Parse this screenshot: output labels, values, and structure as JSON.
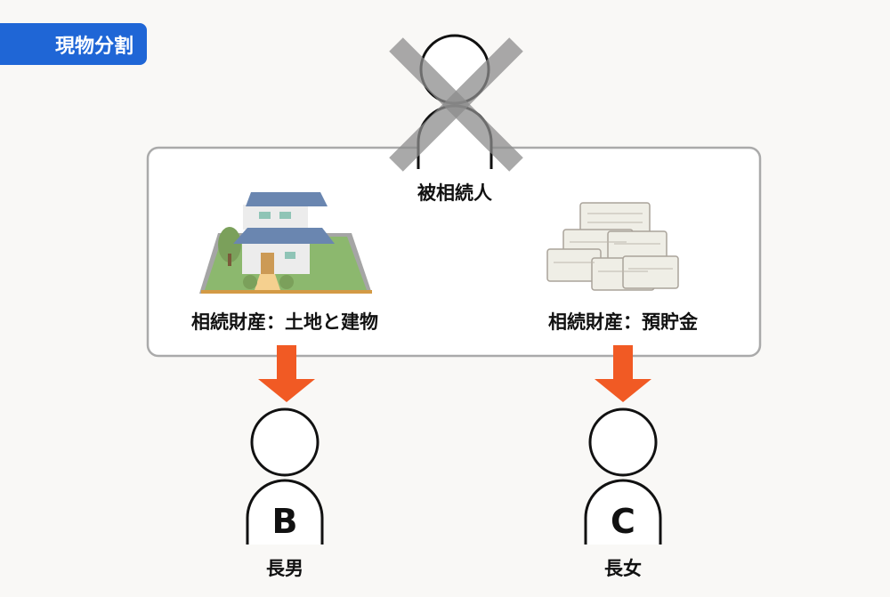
{
  "badge": "現物分割",
  "deceased": {
    "label": "被相続人",
    "status_icon": "cross-mark"
  },
  "assets": [
    {
      "label": "相続財産：土地と建物",
      "icon": "house-with-land"
    },
    {
      "label": "相続財産：預貯金",
      "icon": "cash-stacks"
    }
  ],
  "heirs": [
    {
      "letter": "B",
      "label": "長男"
    },
    {
      "letter": "C",
      "label": "長女"
    }
  ],
  "colors": {
    "badge": "#1f66d6",
    "arrow": "#f15a24",
    "cross": "#8c8c8c"
  }
}
